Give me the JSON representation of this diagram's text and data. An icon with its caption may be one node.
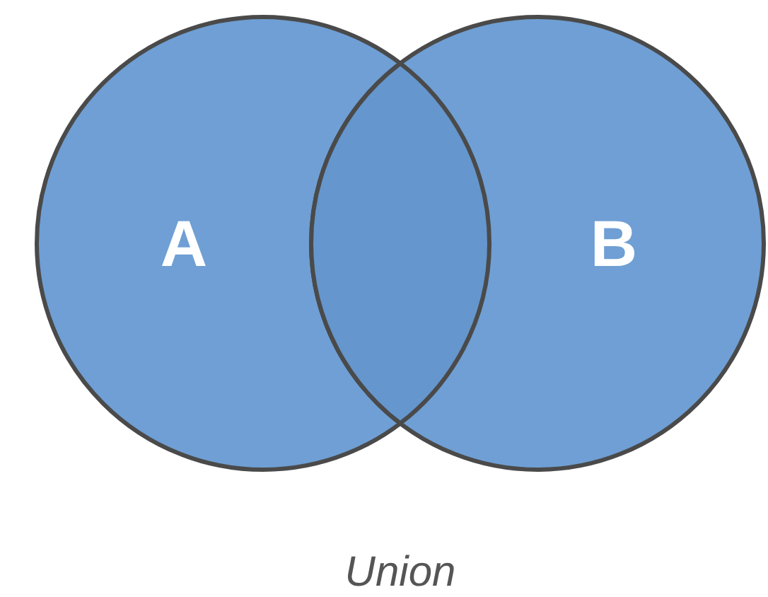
{
  "diagram": {
    "nodes": [
      {
        "text": [
          "A"
        ]
      },
      {
        "text": [
          "B"
        ]
      }
    ],
    "caption": "Union"
  }
}
